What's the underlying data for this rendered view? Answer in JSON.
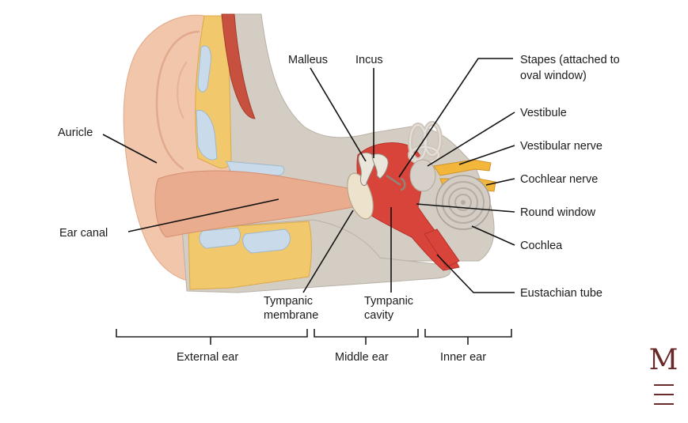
{
  "labels": {
    "auricle": "Auricle",
    "ear_canal": "Ear canal",
    "malleus": "Malleus",
    "incus": "Incus",
    "stapes_1": "Stapes (attached to",
    "stapes_2": "oval window)",
    "vestibule": "Vestibule",
    "vestibular_nerve": "Vestibular nerve",
    "cochlear_nerve": "Cochlear nerve",
    "round_window": "Round window",
    "cochlea": "Cochlea",
    "eustachian_tube": "Eustachian tube",
    "tympanic_membrane_1": "Tympanic",
    "tympanic_membrane_2": "membrane",
    "tympanic_cavity_1": "Tympanic",
    "tympanic_cavity_2": "cavity"
  },
  "regions": {
    "external": "External ear",
    "middle": "Middle ear",
    "inner": "Inner ear"
  },
  "menu": {
    "letter": "M",
    "icon": "menu-icon"
  },
  "colors": {
    "skin": "#f0c3a8",
    "canal": "#e9aa8c",
    "bone": "#d2cbc2",
    "fat": "#f2c86c",
    "cartilage": "#c8dceb",
    "muscle": "#c8503f",
    "middle_ear": "#d8443a",
    "nerve": "#f2b73a",
    "membrane": "#ede3cd",
    "brand": "#6b2a2a"
  }
}
